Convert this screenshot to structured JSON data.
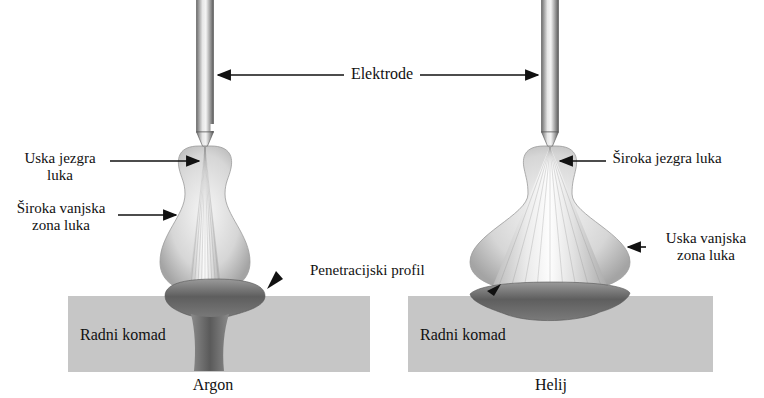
{
  "diagram": {
    "nodes": [
      {
        "text": [
          "Radni komad"
        ]
      },
      {
        "text": [
          "Radni komad"
        ]
      }
    ],
    "labels": [
      "Elektrode",
      "Uska jezgra luka",
      "Široka vanjska zona luka",
      "Penetracijski profil",
      "Široka jezgra luka",
      "Uska vanjska zona luka",
      "Argon",
      "Helij"
    ]
  }
}
